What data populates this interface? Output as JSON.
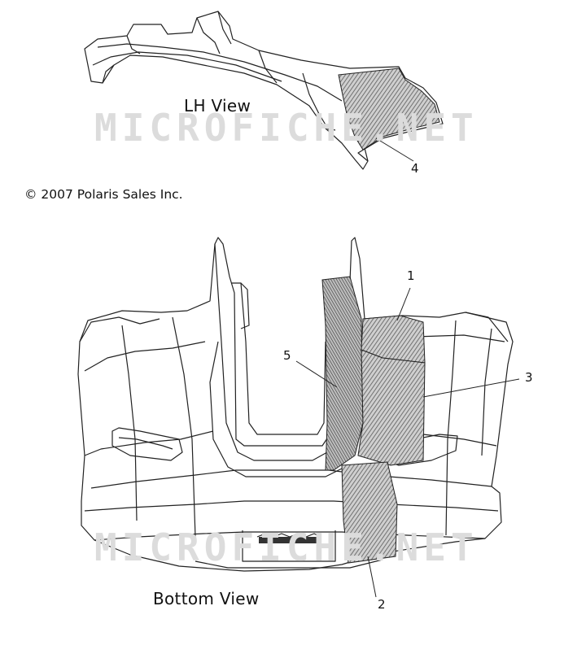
{
  "diagram": {
    "views": {
      "lh": "LH View",
      "bottom": "Bottom View"
    },
    "copyright": "© 2007 Polaris Sales Inc.",
    "watermark": "MICROFICHE.NET",
    "callouts": {
      "c1": "1",
      "c2": "2",
      "c3": "3",
      "c4": "4",
      "c5": "5"
    },
    "colors": {
      "line": "#222222",
      "shade": "#5a5a5a",
      "watermark": "#dcdcdc"
    }
  }
}
